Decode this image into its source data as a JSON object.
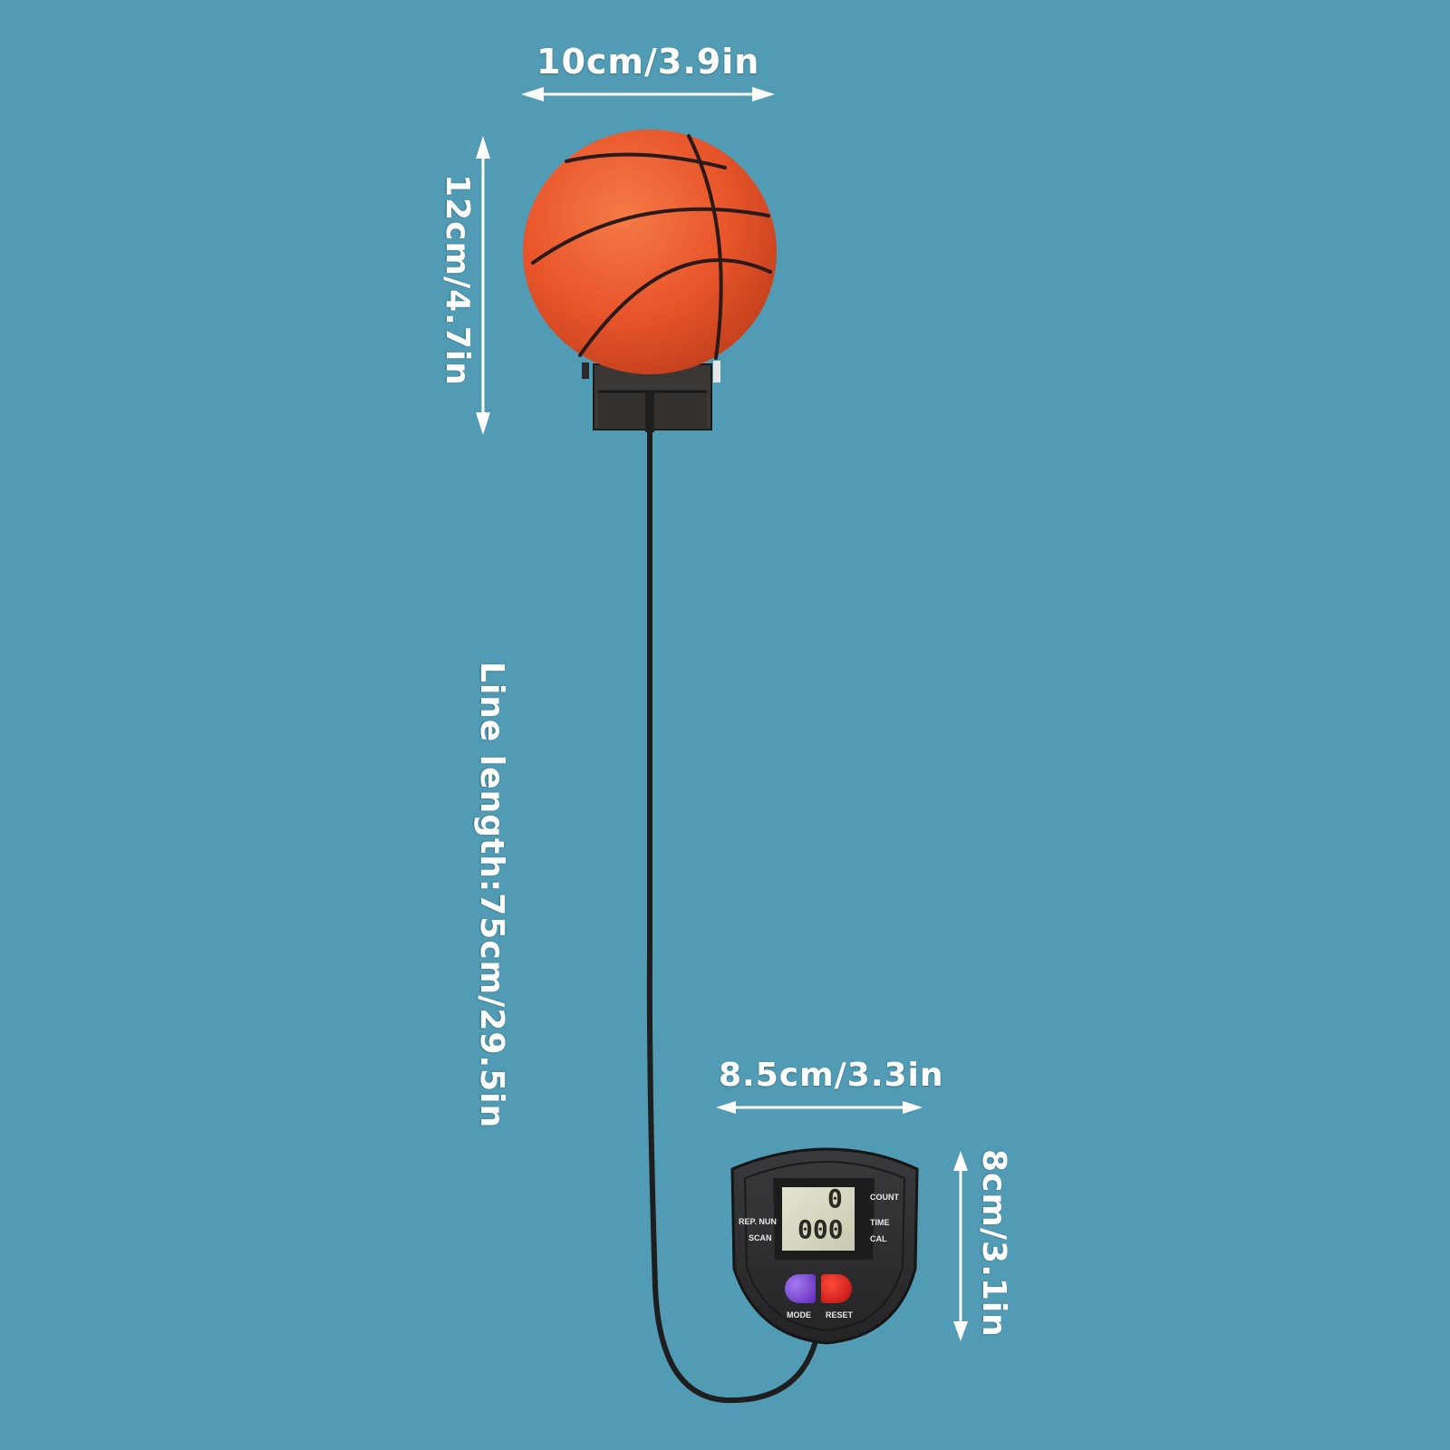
{
  "background_color": "#519BB4",
  "dimensions": {
    "ball_width": "10cm/3.9in",
    "ball_height": "12cm/4.7in",
    "line_length": "Line length:75cm/29.5in",
    "counter_width": "8.5cm/3.3in",
    "counter_height": "8cm/3.1in"
  },
  "counter": {
    "lcd_top": "0",
    "lcd_bottom": "000",
    "left_labels": [
      "REP. NUN",
      "SCAN"
    ],
    "right_labels": [
      "COUNT",
      "TIME",
      "CAL"
    ],
    "buttons": [
      {
        "label": "MODE",
        "color": "#7B3FD6"
      },
      {
        "label": "RESET",
        "color": "#E01818"
      }
    ]
  },
  "colors": {
    "ball": "#E8542A",
    "ball_seam": "#2a1a1a",
    "device_body": "#2e2e30",
    "lcd": "#d9d8c4",
    "cord": "#1e1e1e",
    "label": "#ffffff"
  }
}
